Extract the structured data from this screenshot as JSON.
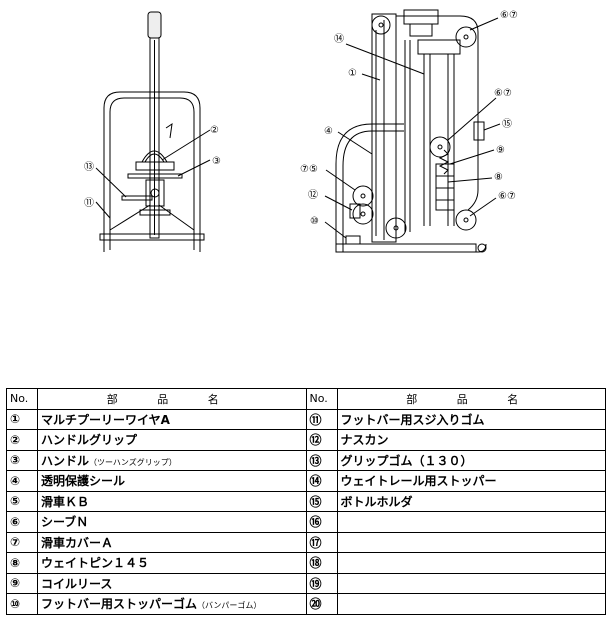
{
  "callouts": {
    "c1": "①",
    "c2": "②",
    "c3": "③",
    "c4": "④",
    "c75": "⑦⑤",
    "c67_top": "⑥⑦",
    "c67_mid": "⑥⑦",
    "c67_low": "⑥⑦",
    "c8": "⑧",
    "c9": "⑨",
    "c10": "⑩",
    "c11": "⑪",
    "c12": "⑫",
    "c13": "⑬",
    "c14": "⑭",
    "c15": "⑮"
  },
  "table": {
    "header_no": "No.",
    "header_name": "部 品 名",
    "left": [
      {
        "no": "①",
        "name": "マルチプーリーワイヤA",
        "note": ""
      },
      {
        "no": "②",
        "name": "ハンドルグリップ",
        "note": ""
      },
      {
        "no": "③",
        "name": "ハンドル",
        "note": "（ツーハンズグリップ）"
      },
      {
        "no": "④",
        "name": "透明保護シール",
        "note": ""
      },
      {
        "no": "⑤",
        "name": "滑車ＫＢ",
        "note": ""
      },
      {
        "no": "⑥",
        "name": "シーブＮ",
        "note": ""
      },
      {
        "no": "⑦",
        "name": "滑車カバーＡ",
        "note": ""
      },
      {
        "no": "⑧",
        "name": "ウェイトピン１４５",
        "note": ""
      },
      {
        "no": "⑨",
        "name": "コイルリース",
        "note": ""
      },
      {
        "no": "⑩",
        "name": "フットバー用ストッパーゴム",
        "note": "（バンパーゴム）"
      }
    ],
    "right": [
      {
        "no": "⑪",
        "name": "フットバー用スジ入りゴム",
        "note": ""
      },
      {
        "no": "⑫",
        "name": "ナスカン",
        "note": ""
      },
      {
        "no": "⑬",
        "name": "グリップゴム（１３０）",
        "note": ""
      },
      {
        "no": "⑭",
        "name": "ウェイトレール用ストッパー",
        "note": ""
      },
      {
        "no": "⑮",
        "name": "ボトルホルダ",
        "note": ""
      },
      {
        "no": "⑯",
        "name": "",
        "note": ""
      },
      {
        "no": "⑰",
        "name": "",
        "note": ""
      },
      {
        "no": "⑱",
        "name": "",
        "note": ""
      },
      {
        "no": "⑲",
        "name": "",
        "note": ""
      },
      {
        "no": "⑳",
        "name": "",
        "note": ""
      }
    ]
  }
}
